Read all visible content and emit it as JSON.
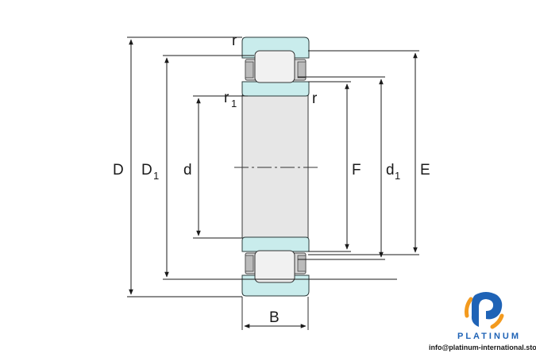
{
  "labels": {
    "r_top": "r",
    "r_inner_main": "r",
    "r_inner_sub": "1",
    "r_right": "r",
    "D": "D",
    "D1_main": "D",
    "D1_sub": "1",
    "d": "d",
    "F": "F",
    "d1_main": "d",
    "d1_sub": "1",
    "E": "E",
    "B": "B"
  },
  "logo": {
    "brand": "PLATINUM",
    "email": "info@platinum-international.store"
  },
  "colors": {
    "ring_fill": "#c9ecec",
    "logo_blue": "#1f63b6",
    "logo_orange": "#f39a1e"
  }
}
